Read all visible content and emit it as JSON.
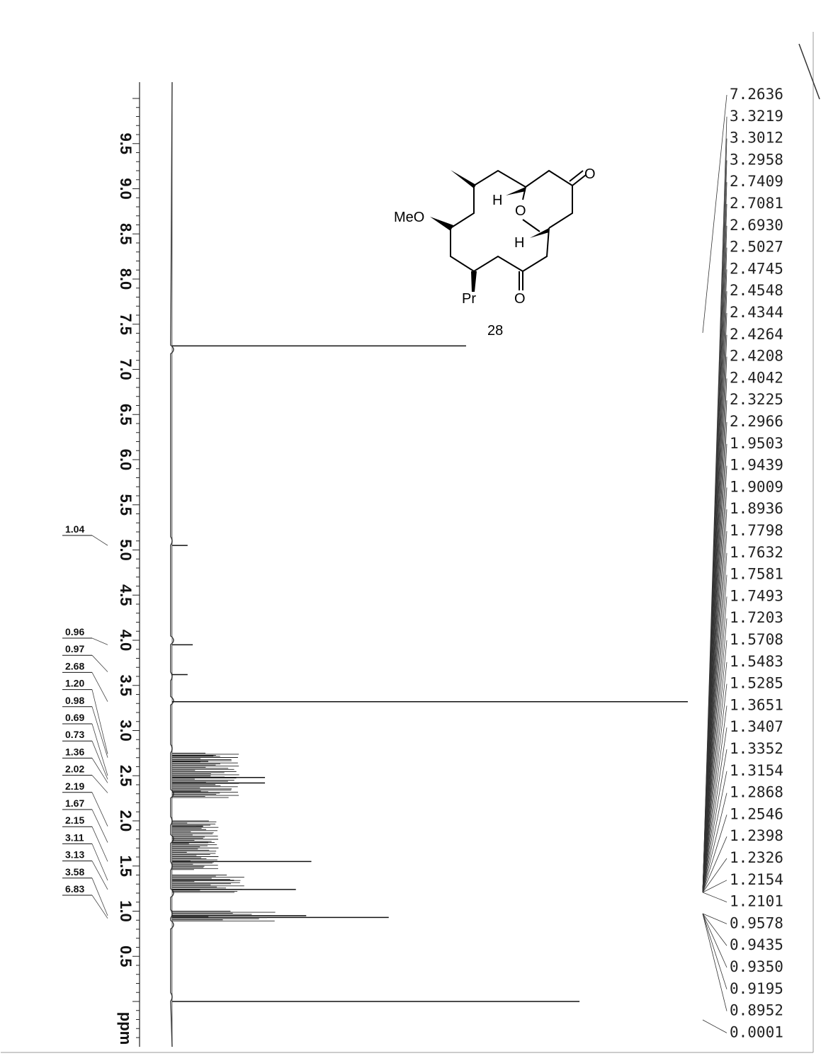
{
  "chart_data": {
    "type": "line",
    "title": "",
    "xlabel": "ppm",
    "ylabel": "",
    "x_range": [
      10.0,
      -0.2
    ],
    "x_ticks": [
      "9.5",
      "9.0",
      "8.5",
      "8.0",
      "7.5",
      "7.0",
      "6.5",
      "6.0",
      "5.5",
      "5.0",
      "4.5",
      "4.0",
      "3.5",
      "3.0",
      "2.5",
      "2.0",
      "1.5",
      "1.0",
      "0.5",
      "ppm"
    ],
    "peaks": [
      {
        "ppm": 7.26,
        "height": 0.57
      },
      {
        "ppm": 5.05,
        "height": 0.03
      },
      {
        "ppm": 3.95,
        "height": 0.04
      },
      {
        "ppm": 3.62,
        "height": 0.03
      },
      {
        "ppm": 3.32,
        "height": 1.0
      },
      {
        "ppm": 2.72,
        "height": 0.08
      },
      {
        "ppm": 2.66,
        "height": 0.07
      },
      {
        "ppm": 2.48,
        "height": 0.18
      },
      {
        "ppm": 2.42,
        "height": 0.18
      },
      {
        "ppm": 2.32,
        "height": 0.07
      },
      {
        "ppm": 1.94,
        "height": 0.06
      },
      {
        "ppm": 1.76,
        "height": 0.07
      },
      {
        "ppm": 1.55,
        "height": 0.27
      },
      {
        "ppm": 1.34,
        "height": 0.12
      },
      {
        "ppm": 1.24,
        "height": 0.24
      },
      {
        "ppm": 0.95,
        "height": 0.26
      },
      {
        "ppm": 0.93,
        "height": 0.42
      },
      {
        "ppm": 0.0,
        "height": 0.79
      }
    ],
    "peak_labels": [
      "7.2636",
      "3.3219",
      "3.3012",
      "3.2958",
      "2.7409",
      "2.7081",
      "2.6930",
      "2.5027",
      "2.4745",
      "2.4548",
      "2.4344",
      "2.4264",
      "2.4208",
      "2.4042",
      "2.3225",
      "2.2966",
      "1.9503",
      "1.9439",
      "1.9009",
      "1.8936",
      "1.7798",
      "1.7632",
      "1.7581",
      "1.7493",
      "1.7203",
      "1.5708",
      "1.5483",
      "1.5285",
      "1.3651",
      "1.3407",
      "1.3352",
      "1.3154",
      "1.2868",
      "1.2546",
      "1.2398",
      "1.2326",
      "1.2154",
      "1.2101",
      "0.9578",
      "0.9435",
      "0.9350",
      "0.9195",
      "0.8952",
      "0.0001"
    ],
    "integrals": [
      {
        "ppm": 5.05,
        "value": "1.04"
      },
      {
        "ppm": 3.95,
        "value": "0.96"
      },
      {
        "ppm": 3.65,
        "value": "0.97"
      },
      {
        "ppm": 3.32,
        "value": "2.68"
      },
      {
        "ppm": 2.74,
        "value": "1.20"
      },
      {
        "ppm": 2.7,
        "value": "0.98"
      },
      {
        "ppm": 2.5,
        "value": "0.69"
      },
      {
        "ppm": 2.46,
        "value": "0.73"
      },
      {
        "ppm": 2.42,
        "value": "1.36"
      },
      {
        "ppm": 2.31,
        "value": "2.02"
      },
      {
        "ppm": 1.94,
        "value": "2.19"
      },
      {
        "ppm": 1.76,
        "value": "1.67"
      },
      {
        "ppm": 1.55,
        "value": "2.15"
      },
      {
        "ppm": 1.34,
        "value": "3.11"
      },
      {
        "ppm": 1.24,
        "value": "3.13"
      },
      {
        "ppm": 0.95,
        "value": "3.58"
      },
      {
        "ppm": 0.92,
        "value": "6.83"
      }
    ]
  },
  "structure": {
    "substituent_meo": "MeO",
    "substituent_pr": "Pr",
    "ring_oxygen": "O",
    "carbonyl_top": "O",
    "carbonyl_bottom": "O",
    "hydrogen_top": "H",
    "hydrogen_bottom": "H",
    "compound_number": "28"
  }
}
